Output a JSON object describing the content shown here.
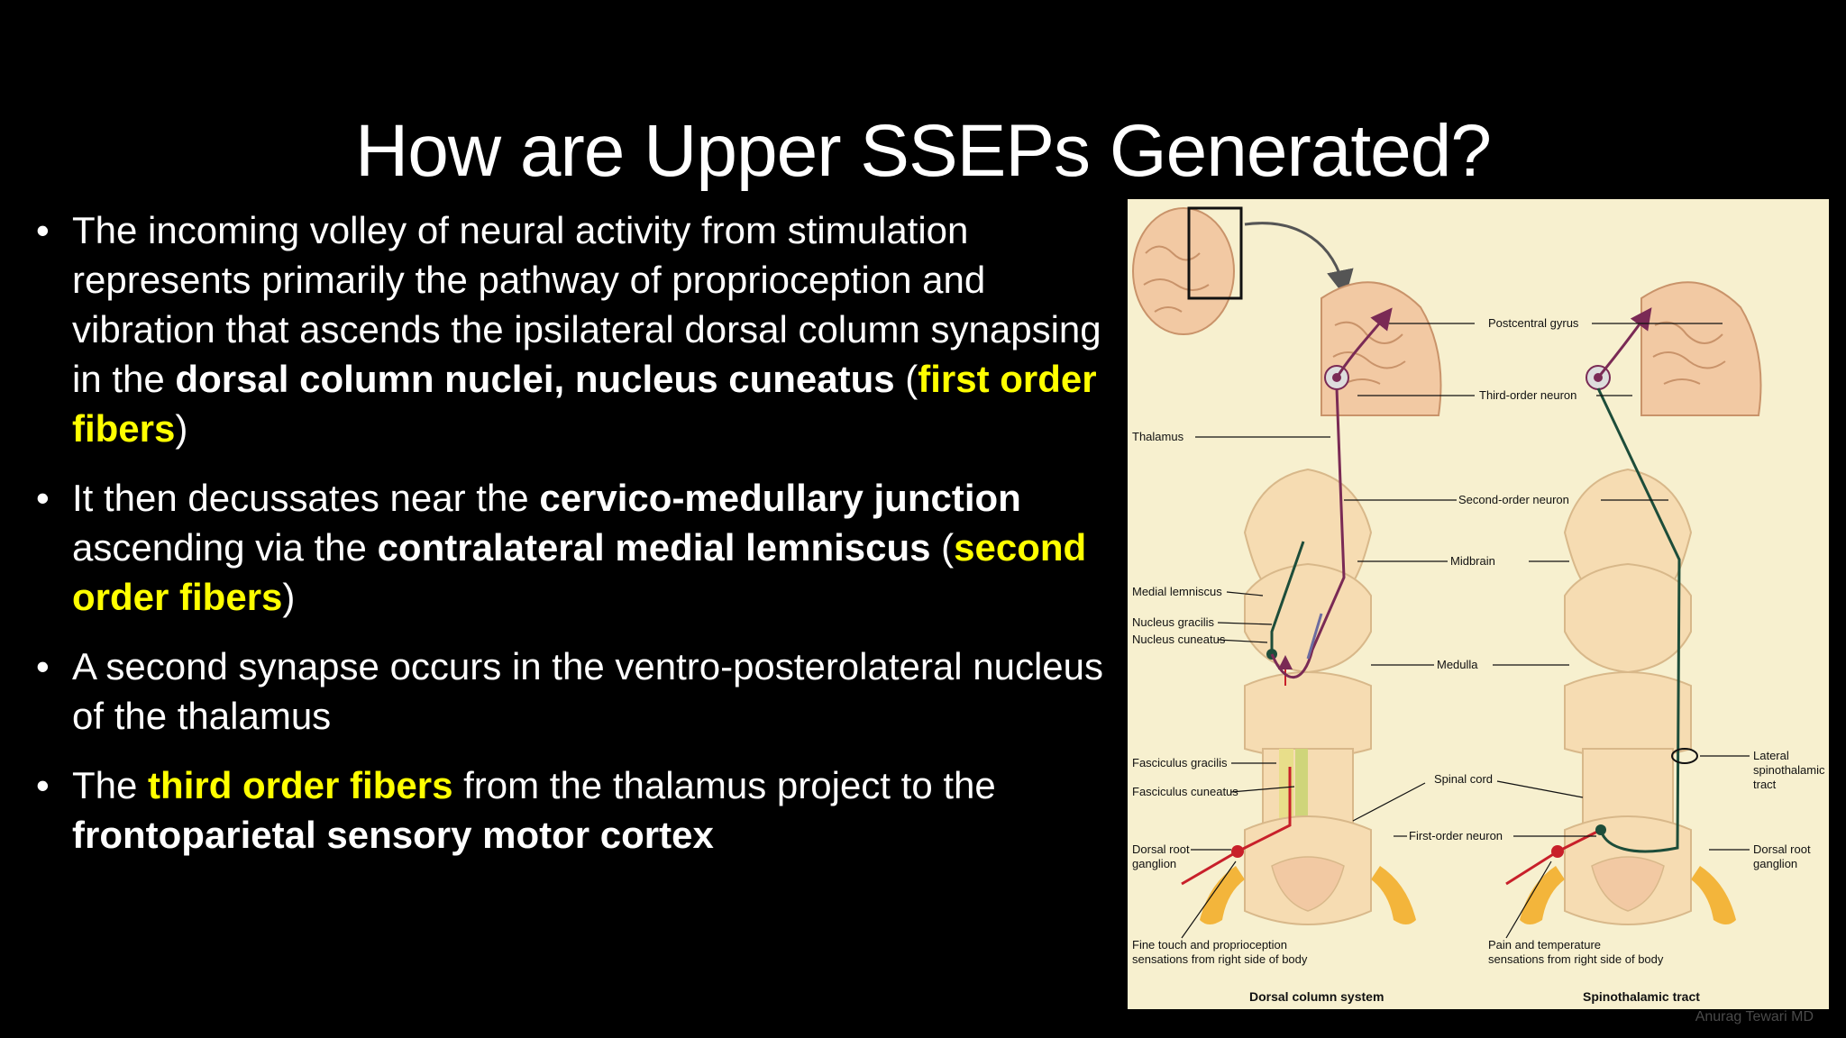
{
  "slide": {
    "title": "How are Upper SSEPs Generated?",
    "bullet_glyph": "•",
    "bullets": [
      {
        "p1": "The incoming volley of neural activity from stimulation represents primarily the pathway of proprioception and vibration that ascends the ipsilateral dorsal column synapsing in the ",
        "p2": "dorsal column nuclei, nucleus cuneatus",
        "p3": " (",
        "p4": "first order fibers",
        "p5": ")"
      },
      {
        "p1": "It then decussates near the ",
        "p2": "cervico-medullary junction",
        "p3": " ascending via the ",
        "p4": "contralateral medial lemniscus",
        "p5": " (",
        "p6": "second order fibers",
        "p7": ")"
      },
      {
        "p1": "A second synapse occurs in the ventro-posterolateral nucleus of the thalamus"
      },
      {
        "p1": "The ",
        "p2": "third order fibers",
        "p3": " from the thalamus project to the ",
        "p4": "frontoparietal sensory motor cortex"
      }
    ],
    "watermark": "Anurag Tewari MD"
  },
  "figure": {
    "labels": {
      "postcentral_gyrus": "Postcentral gyrus",
      "third_order_neuron": "Third-order neuron",
      "thalamus": "Thalamus",
      "second_order_neuron": "Second-order neuron",
      "midbrain": "Midbrain",
      "medial_lemniscus": "Medial lemniscus",
      "nucleus_gracilis": "Nucleus gracilis",
      "nucleus_cuneatus": "Nucleus cuneatus",
      "medulla": "Medulla",
      "fasciculus_gracilis": "Fasciculus gracilis",
      "fasciculus_cuneatus": "Fasciculus cuneatus",
      "spinal_cord": "Spinal cord",
      "lateral_spinothalamic_1": "Lateral",
      "lateral_spinothalamic_2": "spinothalamic",
      "lateral_spinothalamic_3": "tract",
      "first_order_neuron": "First-order neuron",
      "dorsal_root_ganglion_left_1": "Dorsal root",
      "dorsal_root_ganglion_left_2": "ganglion",
      "dorsal_root_ganglion_right_1": "Dorsal root",
      "dorsal_root_ganglion_right_2": "ganglion",
      "fine_touch_1": "Fine touch and proprioception",
      "fine_touch_2": "sensations from right side of body",
      "pain_temp_1": "Pain and temperature",
      "pain_temp_2": "sensations from right side of body",
      "caption_left": "Dorsal column system",
      "caption_right": "Spinothalamic tract"
    },
    "colors": {
      "background": "#f7f0cf",
      "tissue": "#f6dcb2",
      "tissue_stroke": "#d8b88a",
      "pathway": "#7a2a55",
      "ascending_green": "#1d4d3a",
      "ganglion": "#f3b53b",
      "red_fiber": "#c8202a"
    }
  }
}
